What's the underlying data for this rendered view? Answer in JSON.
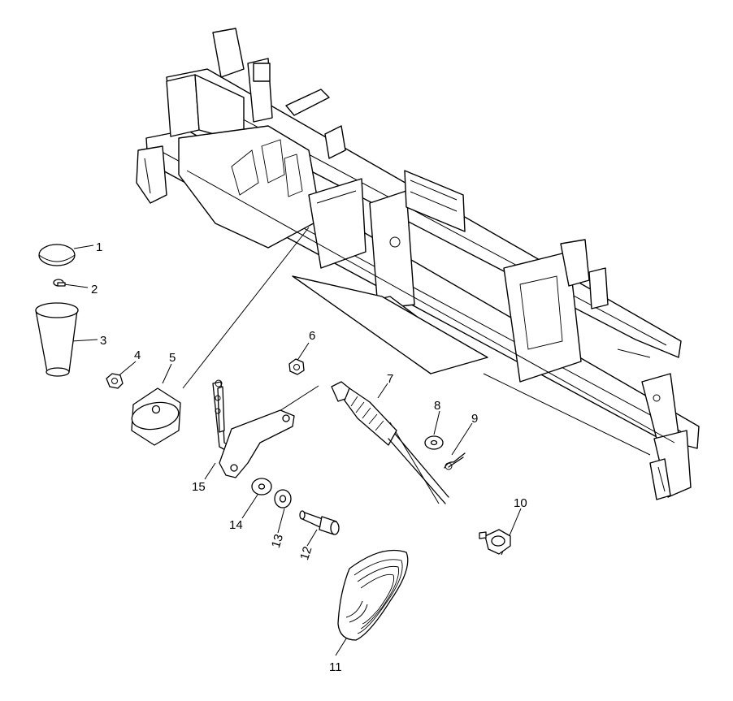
{
  "callouts": [
    {
      "id": "1",
      "label": "1",
      "part": "cap"
    },
    {
      "id": "2",
      "label": "2",
      "part": "screw"
    },
    {
      "id": "3",
      "label": "3",
      "part": "shift-knob"
    },
    {
      "id": "4",
      "label": "4",
      "part": "nut"
    },
    {
      "id": "5",
      "label": "5",
      "part": "bushing"
    },
    {
      "id": "6",
      "label": "6",
      "part": "nut"
    },
    {
      "id": "7",
      "label": "7",
      "part": "shift-cable"
    },
    {
      "id": "8",
      "label": "8",
      "part": "washer"
    },
    {
      "id": "9",
      "label": "9",
      "part": "cotter-pin"
    },
    {
      "id": "10",
      "label": "10",
      "part": "clamp"
    },
    {
      "id": "11",
      "label": "11",
      "part": "boot-grommet"
    },
    {
      "id": "12",
      "label": "12",
      "part": "pivot-bolt"
    },
    {
      "id": "13",
      "label": "13",
      "part": "washer"
    },
    {
      "id": "14",
      "label": "14",
      "part": "washer"
    },
    {
      "id": "15",
      "label": "15",
      "part": "shift-lever"
    }
  ],
  "colors": {
    "line": "#000000",
    "background": "#ffffff"
  }
}
